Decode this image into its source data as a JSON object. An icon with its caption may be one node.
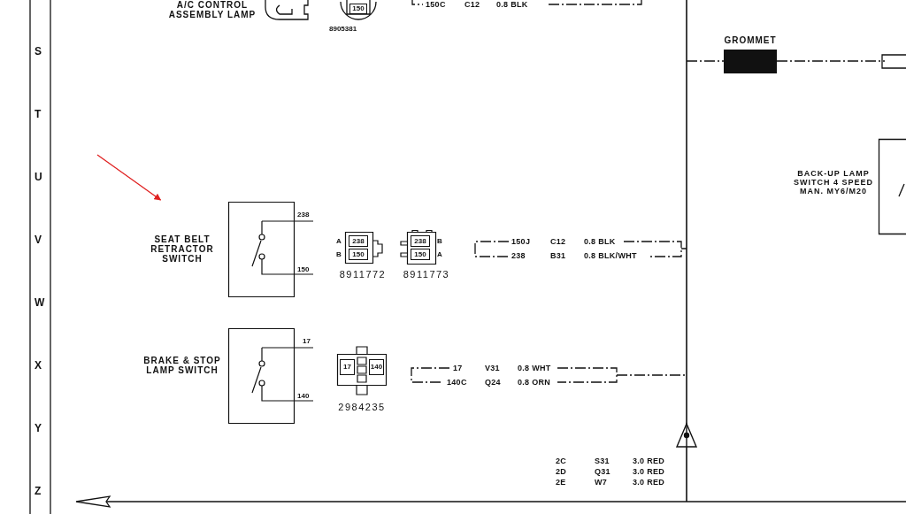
{
  "diagram": {
    "nodes": [
      {
        "text": [
          "A/C CONTROL ASSEMBLY LAMP"
        ]
      },
      {
        "text": [
          "150"
        ],
        "beside": [
          "8905381"
        ]
      },
      {
        "text": [
          "GROMMET"
        ]
      },
      {
        "text": [
          "BACK-UP LAMP SWITCH 4 SPEED MAN. MY6/M20"
        ]
      },
      {
        "text": [
          "SEAT BELT RETRACTOR SWITCH",
          "238",
          "150"
        ]
      },
      {
        "text": [
          "238",
          "150"
        ],
        "beside": [
          "A",
          "B",
          "8911772"
        ]
      },
      {
        "text": [
          "238",
          "150"
        ],
        "beside": [
          "B",
          "A",
          "8911773"
        ]
      },
      {
        "text": [
          "BRAKE & STOP LAMP SWITCH",
          "17",
          "140"
        ]
      },
      {
        "text": [
          "17",
          "140"
        ],
        "beside": [
          "2984235"
        ]
      },
      {
        "text": [],
        "shape": "triangle"
      }
    ],
    "edges": [
      {
        "from": null,
        "to": 4,
        "arrow": "to",
        "color": "#e02020"
      }
    ],
    "labels": [
      "S",
      "T",
      "U",
      "V",
      "W",
      "X",
      "Y",
      "Z",
      "150C",
      "C12",
      "0.8 BLK",
      "150J",
      "C12",
      "0.8 BLK",
      "238",
      "B31",
      "0.8 BLK/WHT",
      "17",
      "V31",
      "0.8 WHT",
      "140C",
      "Q24",
      "0.8 ORN",
      "2C",
      "S31",
      "3.0 RED",
      "2D",
      "Q31",
      "3.0 RED",
      "2E",
      "W7",
      "3.0 RED"
    ]
  }
}
